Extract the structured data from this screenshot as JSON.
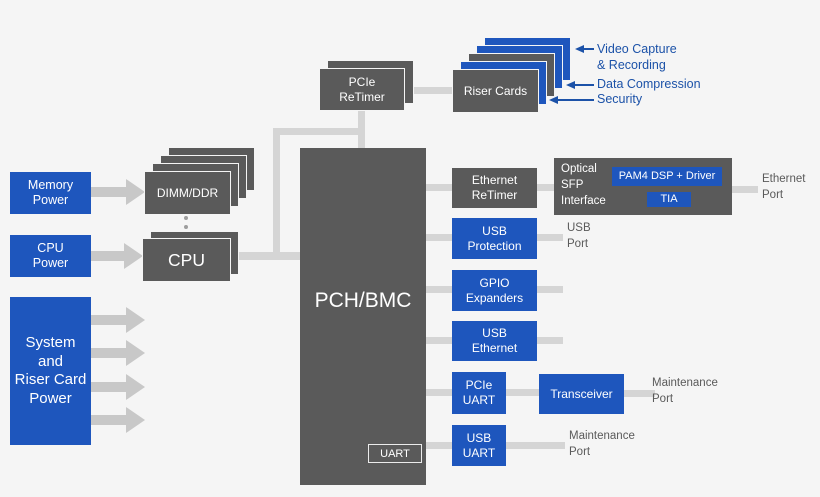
{
  "colors": {
    "accent_blue": "#1e56bd",
    "box_gray": "#5a5a5a",
    "connector_gray": "#d5d5d5",
    "arrow_gray": "#c8c8c8",
    "annotation_blue": "#1c52a8",
    "background": "#f5f5f5"
  },
  "nodes": {
    "memory_power": "Memory\nPower",
    "cpu_power": "CPU\nPower",
    "system_power": "System\nand\nRiser Card\nPower",
    "dimm_ddr": "DIMM/DDR",
    "cpu": "CPU",
    "pcie_retimer": "PCIe\nReTimer",
    "riser_cards": "Riser Cards",
    "pch_bmc": "PCH/BMC",
    "uart": "UART",
    "ethernet_retimer": "Ethernet\nReTimer",
    "optical_sfp": "Optical\nSFP\nInterface",
    "pam4": "PAM4 DSP + Driver",
    "tia": "TIA",
    "usb_protection": "USB\nProtection",
    "gpio_expanders": "GPIO\nExpanders",
    "usb_ethernet": "USB\nEthernet",
    "pcie_uart": "PCIe\nUART",
    "transceiver": "Transceiver",
    "usb_uart": "USB\nUART"
  },
  "ports": {
    "ethernet_port": "Ethernet\nPort",
    "usb_port": "USB\nPort",
    "maintenance_port_top": "Maintenance\nPort",
    "maintenance_port_bottom": "Maintenance\nPort"
  },
  "annotations": {
    "video_capture": "Video Capture\n& Recording",
    "data_compression": "Data Compression",
    "security": "Security"
  }
}
